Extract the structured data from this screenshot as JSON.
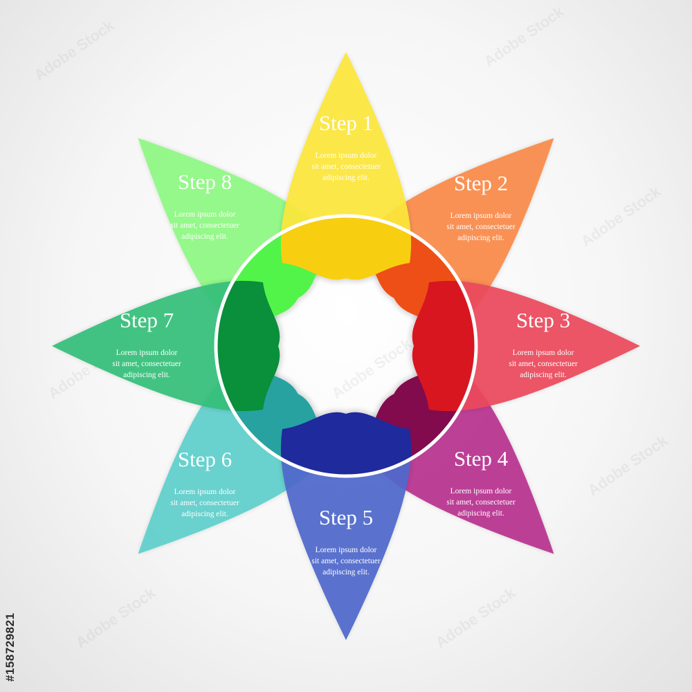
{
  "steps": [
    {
      "title": "Step 1",
      "line1": "Lorem ipsum dolor",
      "line2": "sit amet, consectetuer",
      "line3": "adipiscing elit.",
      "color": "#fce63a",
      "inner_color": "#f7cf10"
    },
    {
      "title": "Step 2",
      "line1": "Lorem ipsum dolor",
      "line2": "sit amet, consectetuer",
      "line3": "adipiscing elit.",
      "color": "#f98a48",
      "inner_color": "#ee4f16"
    },
    {
      "title": "Step 3",
      "line1": "Lorem ipsum dolor",
      "line2": "sit amet, consectetuer",
      "line3": "adipiscing elit.",
      "color": "#eb4a5c",
      "inner_color": "#d8161f"
    },
    {
      "title": "Step 4",
      "line1": "Lorem ipsum dolor",
      "line2": "sit amet, consectetuer",
      "line3": "adipiscing elit.",
      "color": "#b8338f",
      "inner_color": "#820b4d"
    },
    {
      "title": "Step 5",
      "line1": "Lorem ipsum dolor",
      "line2": "sit amet, consectetuer",
      "line3": "adipiscing elit.",
      "color": "#5067cb",
      "inner_color": "#1f2a9c"
    },
    {
      "title": "Step 6",
      "line1": "Lorem ipsum dolor",
      "line2": "sit amet, consectetuer",
      "line3": "adipiscing elit.",
      "color": "#5fcfcb",
      "inner_color": "#27a2a1"
    },
    {
      "title": "Step 7",
      "line1": "Lorem ipsum dolor",
      "line2": "sit amet, consectetuer",
      "line3": "adipiscing elit.",
      "color": "#36bf7a",
      "inner_color": "#0a8f3a"
    },
    {
      "title": "Step 8",
      "line1": "Lorem ipsum dolor",
      "line2": "sit amet, consectetuer",
      "line3": "adipiscing elit.",
      "color": "#8ef882",
      "inner_color": "#52f44a"
    }
  ],
  "watermark": "Adobe Stock",
  "stock_id": "#158729821"
}
